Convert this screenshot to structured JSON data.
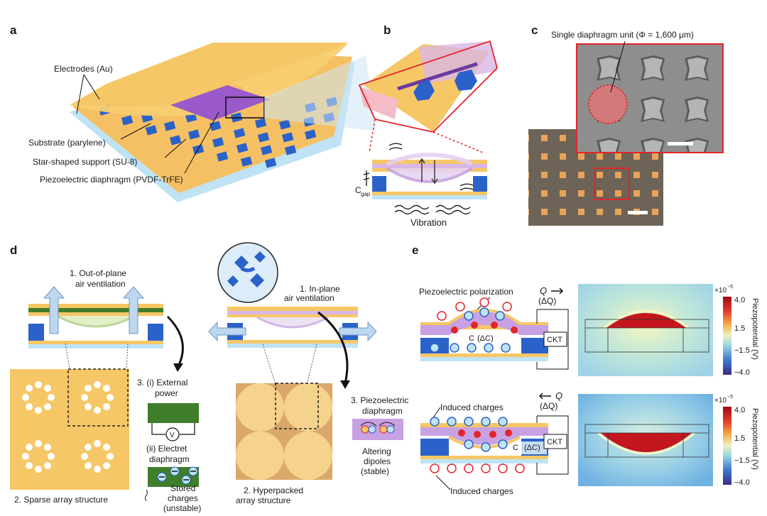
{
  "panels": {
    "a": {
      "label": "a",
      "electrodes": "Electrodes (Au)",
      "substrate": "Substrate (parylene)",
      "support": "Star-shaped support (SU-8)",
      "diaphragm": "Piezoelectric diaphragm (PVDF-TrFE)"
    },
    "b": {
      "label": "b",
      "cgap_c": "C",
      "cgap_sub": "gap",
      "vibration": "Vibration"
    },
    "c": {
      "label": "c",
      "unit": "Single diaphragm unit (Φ = 1,600 μm)"
    },
    "d": {
      "label": "d",
      "out_of_plane": [
        "1. Out-of-plane",
        "air ventilation"
      ],
      "sparse": "2. Sparse array structure",
      "ext_power": [
        "3. (i) External",
        "power"
      ],
      "volt": "V",
      "electret": [
        "(ii) Electret",
        "diaphragm"
      ],
      "stored": [
        "Stored",
        "charges",
        "(unstable)"
      ],
      "in_plane": [
        "1. In-plane",
        "air ventilation"
      ],
      "hyper": [
        "2. Hyperpacked",
        "array structure"
      ],
      "piezo_diaphragm": [
        "3. Piezoelectric",
        "diaphragm"
      ],
      "altering": [
        "Altering",
        "dipoles",
        "(stable)"
      ]
    },
    "e": {
      "label": "e",
      "polarization": "Piezoelectric polarization",
      "q_top": "Q",
      "dq": "(ΔQ)",
      "c_top": "C",
      "dc": "(ΔC)",
      "ckt": "CKT",
      "induced": "Induced charges",
      "colorbar_title": "Piezopotential (V)",
      "scale": "×10",
      "scale_exp": "−5",
      "ticks": [
        "4.0",
        "1.5",
        "−1.5",
        "−4.0"
      ]
    }
  },
  "colors": {
    "gold": "#f7c96a",
    "blue": "#2a62c9",
    "purple": "#b48cd6",
    "lightblue": "#bfe3f5",
    "green": "#3f7d2a",
    "red": "#e2242b"
  }
}
